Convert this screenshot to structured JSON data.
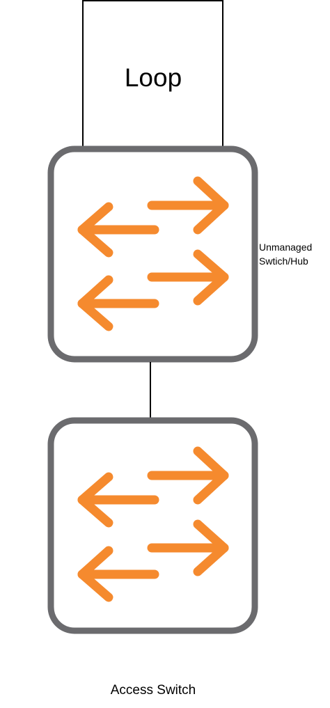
{
  "diagram": {
    "loop_label": "Loop",
    "unmanaged_label_line1": "Unmanaged",
    "unmanaged_label_line2": "Swtich/Hub",
    "access_label": "Access Switch"
  },
  "nodes": [
    {
      "id": "loop",
      "label": "Loop",
      "shape": "rectangle"
    },
    {
      "id": "unmanaged-switch",
      "label": "Unmanaged Swtich/Hub",
      "shape": "switch-icon"
    },
    {
      "id": "access-switch",
      "label": "Access Switch",
      "shape": "switch-icon"
    }
  ],
  "edges": [
    {
      "from": "loop",
      "to": "unmanaged-switch"
    },
    {
      "from": "unmanaged-switch",
      "to": "access-switch"
    }
  ],
  "colors": {
    "switch_border": "#6b6b6e",
    "arrow": "#f58a2e",
    "line": "#000000",
    "text": "#000000"
  },
  "icons": {
    "switch": "switch-arrows-icon"
  }
}
